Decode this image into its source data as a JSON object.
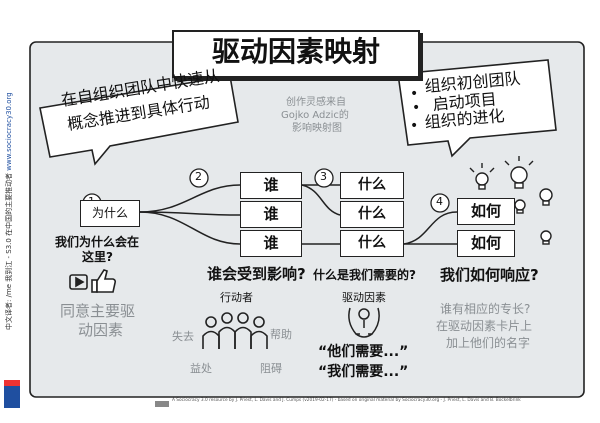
{
  "title": "驱动因素映射",
  "speech_left": [
    "在自组织团队中快速从",
    "概念推进到具体行动"
  ],
  "speech_right": [
    "组织初创团队",
    "启动项目",
    "组织的进化"
  ],
  "inspiration": [
    "创作灵感来自",
    "Gojko Adzic的",
    "影响映射图"
  ],
  "side_text": [
    "中文译者: /me 我到江 - S3.0 在中国的主要推动者",
    "www.sociocracy30.org"
  ],
  "steps": {
    "s1": {
      "num": "1",
      "box": "为什么",
      "question": [
        "我们为什么会在",
        "这里?"
      ],
      "note": [
        "同意主要驱",
        "动因素"
      ]
    },
    "s2": {
      "num": "2",
      "boxes": [
        "谁",
        "谁",
        "谁"
      ],
      "question": "谁会受到影响?",
      "sub": "行动者",
      "labels": {
        "lose": "失去",
        "help": "帮助",
        "benefit": "益处",
        "hinder": "阻碍"
      }
    },
    "s3": {
      "num": "3",
      "boxes": [
        "什么",
        "什么",
        "什么"
      ],
      "question": "什么是我们需要的?",
      "sub": "驱动因素",
      "quotes": [
        "“他们需要...”",
        "“我们需要...”"
      ]
    },
    "s4": {
      "num": "4",
      "boxes": [
        "如何",
        "如何"
      ],
      "question": "我们如何响应?",
      "note": [
        "谁有相应的专长?",
        "在驱动因素卡片上",
        "加上他们的名字"
      ]
    }
  },
  "footer": "A Sociocracy 3.0 resource by J. Priest, L. Davis and J. Cumps (v2019-02-17) - based on original material by Sociocracy30.org - J. Priest, L. Davis and B. Bockelbrink",
  "colors": {
    "panel": "#e6e9eb",
    "ink": "#1a1a1a",
    "gray_text": "#8a8f93",
    "logo_blue": "#1f4fa0"
  },
  "icons": [
    "play-icon",
    "thumbs-up-icon",
    "people-icon",
    "hands-icon",
    "lightbulb-icon"
  ]
}
